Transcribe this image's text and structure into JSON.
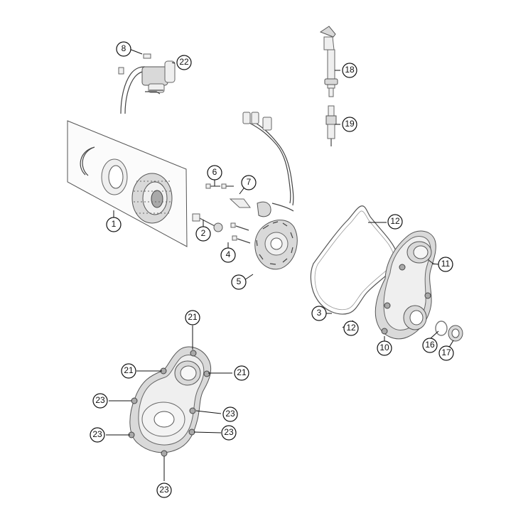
{
  "callouts": {
    "c1": "1",
    "c2": "2",
    "c3": "3",
    "c4": "4",
    "c5": "5",
    "c6": "6",
    "c7": "7",
    "c8": "8",
    "c10": "10",
    "c11": "11",
    "c12a": "12",
    "c12b": "12",
    "c16": "16",
    "c17": "17",
    "c18": "18",
    "c19": "19",
    "c21a": "21",
    "c21b": "21",
    "c21c": "21",
    "c22": "22",
    "c23a": "23",
    "c23b": "23",
    "c23c": "23",
    "c23d": "23",
    "c23e": "23"
  }
}
